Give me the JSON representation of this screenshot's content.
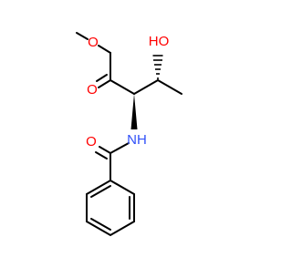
{
  "molecule": {
    "atoms": {
      "ester_o": "O",
      "carbonyl_o": "O",
      "hydroxyl": "HO",
      "amide_n": "NH",
      "amide_o": "O"
    },
    "colors": {
      "oxygen": "#ff0000",
      "nitrogen": "#3050f8",
      "bond": "#000000"
    }
  }
}
